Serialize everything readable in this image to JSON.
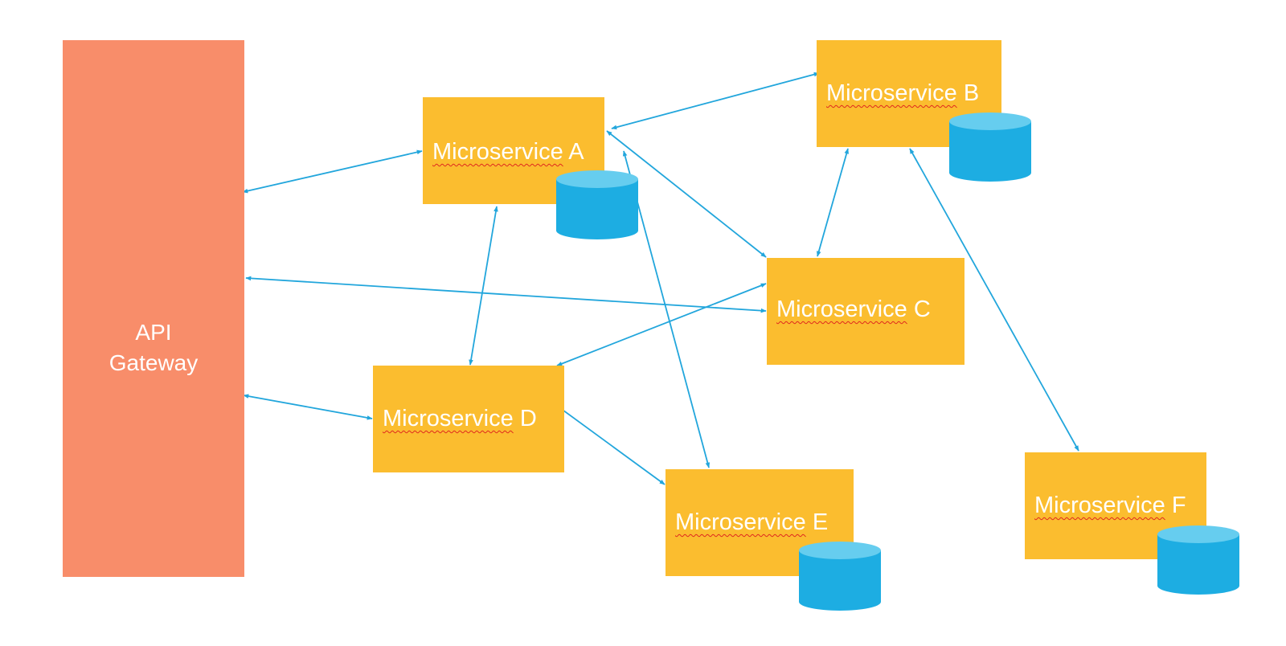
{
  "colors": {
    "gateway": "#f88d6a",
    "service": "#fbbd2f",
    "database_side": "#1dade2",
    "database_top": "#66cdef",
    "connector": "#22a6dc",
    "text": "#ffffff",
    "spellcheck_underline": "#e0281e"
  },
  "gateway": {
    "label": "API\nGateway"
  },
  "services": [
    {
      "id": "a",
      "word": "Microservice",
      "letter": "A",
      "has_database": true
    },
    {
      "id": "b",
      "word": "Microservice",
      "letter": "B",
      "has_database": true
    },
    {
      "id": "c",
      "word": "Microservice",
      "letter": "C",
      "has_database": false
    },
    {
      "id": "d",
      "word": "Microservice",
      "letter": "D",
      "has_database": false
    },
    {
      "id": "e",
      "word": "Microservice",
      "letter": "E",
      "has_database": true
    },
    {
      "id": "f",
      "word": "Microservice",
      "letter": "F",
      "has_database": true
    }
  ],
  "connections": [
    {
      "from": "gateway",
      "to": "a",
      "bidirectional": true
    },
    {
      "from": "gateway",
      "to": "c",
      "bidirectional": true
    },
    {
      "from": "gateway",
      "to": "d",
      "bidirectional": true
    },
    {
      "from": "a",
      "to": "b",
      "bidirectional": true
    },
    {
      "from": "a",
      "to": "c",
      "bidirectional": true
    },
    {
      "from": "a",
      "to": "d",
      "bidirectional": true
    },
    {
      "from": "a",
      "to": "e",
      "bidirectional": true
    },
    {
      "from": "b",
      "to": "c",
      "bidirectional": true
    },
    {
      "from": "b",
      "to": "f",
      "bidirectional": true
    },
    {
      "from": "c",
      "to": "d",
      "bidirectional": true
    },
    {
      "from": "d",
      "to": "e",
      "bidirectional": true
    }
  ]
}
